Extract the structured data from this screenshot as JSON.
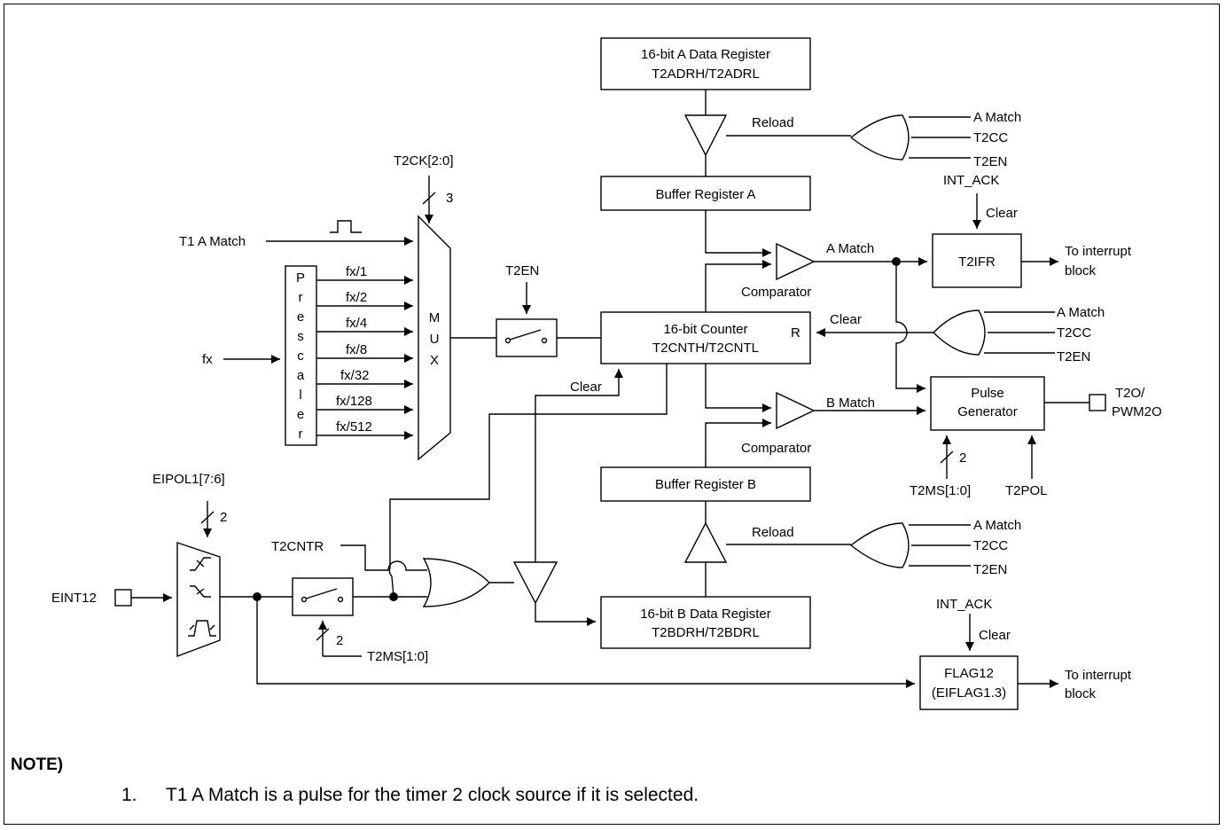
{
  "labels": {
    "data_reg_a_1": "16-bit A Data Register",
    "data_reg_a_2": "T2ADRH/T2ADRL",
    "reload_top": "Reload",
    "a_match_in1": "A Match",
    "t2cc_in1": "T2CC",
    "t2en_in1": "T2EN",
    "buffer_a": "Buffer Register A",
    "int_ack_1": "INT_ACK",
    "clear_1": "Clear",
    "t2ifr": "T2IFR",
    "to_interrupt_1": "To interrupt",
    "block_1": "block",
    "a_match_out": "A Match",
    "comparator_a": "Comparator",
    "t2ck": "T2CK[2:0]",
    "bus_3": "3",
    "t1_a_match": "T1 A Match",
    "prescaler_letters": [
      "P",
      "r",
      "e",
      "s",
      "c",
      "a",
      "l",
      "e",
      "r"
    ],
    "fx": "fx",
    "fx_divs": [
      "fx/1",
      "fx/2",
      "fx/4",
      "fx/8",
      "fx/32",
      "fx/128",
      "fx/512"
    ],
    "mux_letters": [
      "M",
      "U",
      "X"
    ],
    "t2en_switch": "T2EN",
    "counter_1": "16-bit Counter",
    "counter_2": "T2CNTH/T2CNTL",
    "counter_r": "R",
    "clear_r": "Clear",
    "a_match_in2": "A Match",
    "t2cc_in2": "T2CC",
    "t2en_in2": "T2EN",
    "clear_counter": "Clear",
    "b_match": "B Match",
    "comparator_b": "Comparator",
    "pulse_1": "Pulse",
    "pulse_2": "Generator",
    "t2o_1": "T2O/",
    "t2o_2": "PWM2O",
    "bus_2_pulse": "2",
    "t2ms_pulse": "T2MS[1:0]",
    "t2pol": "T2POL",
    "buffer_b": "Buffer Register B",
    "reload_bottom": "Reload",
    "a_match_in3": "A Match",
    "t2cc_in3": "T2CC",
    "t2en_in3": "T2EN",
    "eipol": "EIPOL1[7:6]",
    "bus_2_eipol": "2",
    "t2cntr": "T2CNTR",
    "eint12": "EINT12",
    "bus_2_switch": "2",
    "t2ms_switch": "T2MS[1:0]",
    "data_reg_b_1": "16-bit B Data Register",
    "data_reg_b_2": "T2BDRH/T2BDRL",
    "int_ack_2": "INT_ACK",
    "clear_2": "Clear",
    "flag12_1": "FLAG12",
    "flag12_2": "(EIFLAG1.3)",
    "to_interrupt_2": "To interrupt",
    "block_2": "block"
  },
  "note": {
    "title": "NOTE)",
    "number": "1.",
    "text": "T1 A Match is a pulse for the timer 2 clock source if it is selected."
  }
}
